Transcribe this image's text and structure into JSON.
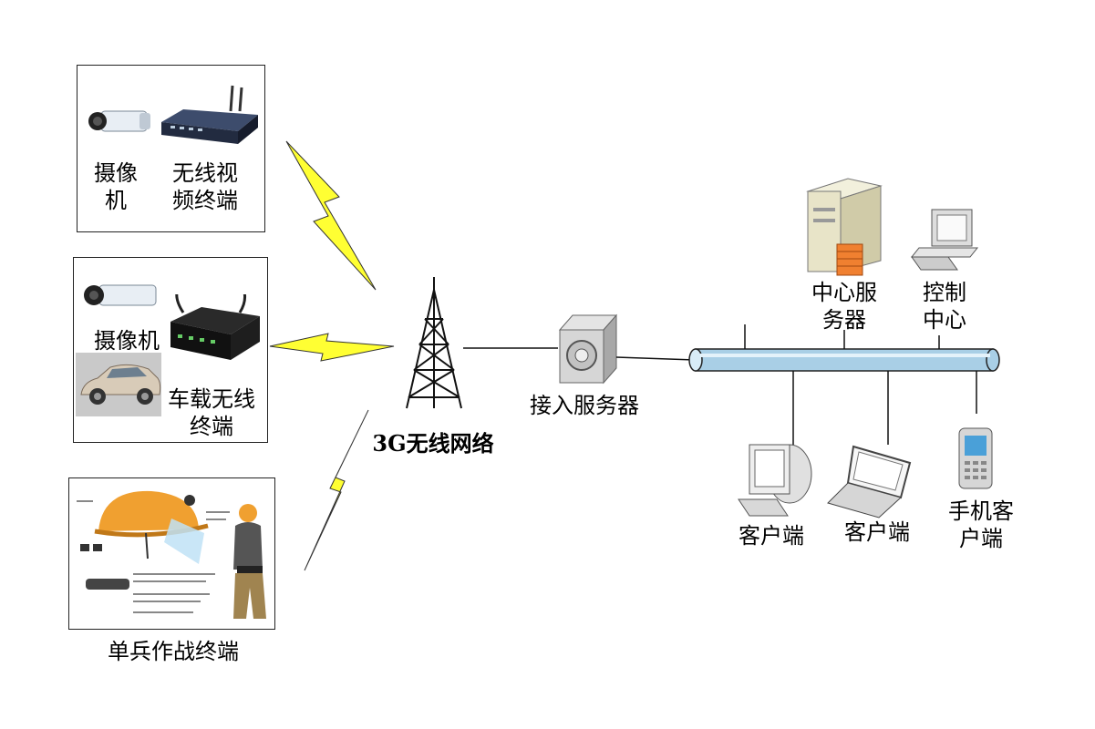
{
  "terminals": {
    "wireless_video": {
      "camera_label": [
        "摄像",
        "机"
      ],
      "device_label": [
        "无线视",
        "频终端"
      ]
    },
    "vehicle": {
      "camera_label": "摄像机",
      "device_label": [
        "车载无线",
        "终端"
      ]
    },
    "soldier": {
      "caption": "单兵作战终端"
    }
  },
  "network": {
    "tower_label": "3G无线网络"
  },
  "access_server": {
    "label": "接入服务器"
  },
  "center": {
    "server_label": [
      "中心服",
      "务器"
    ],
    "control_label": [
      "控制",
      "中心"
    ]
  },
  "clients": {
    "desktop_label": "客户端",
    "laptop_label": "客户端",
    "mobile_label": [
      "手机客",
      "户端"
    ]
  },
  "colors": {
    "lightning": "#ffff33",
    "backbone": "#a9cfe6",
    "helmet": "#f0a030",
    "router": "#2a3a5a"
  }
}
